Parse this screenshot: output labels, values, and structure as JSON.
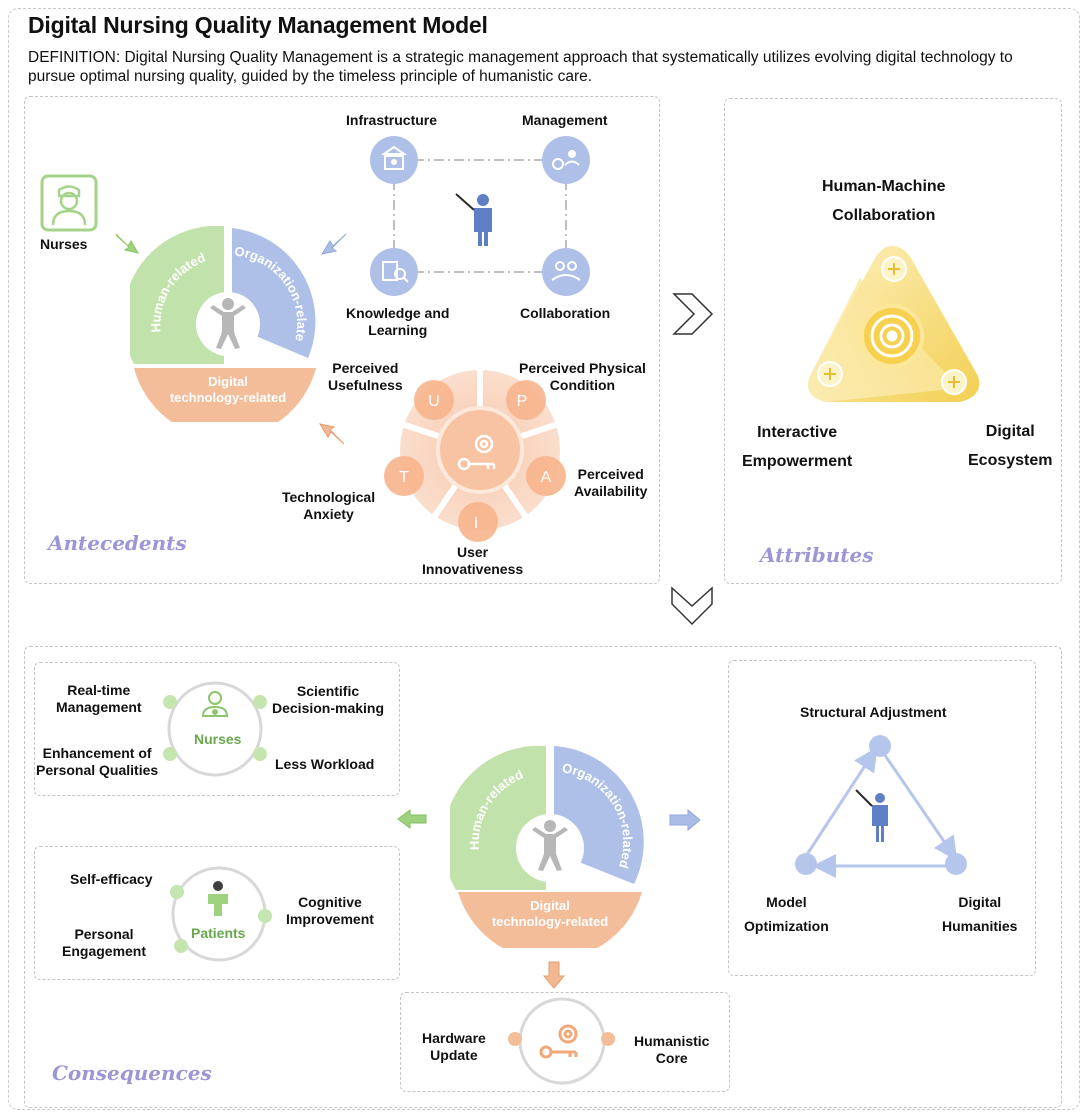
{
  "title": "Digital Nursing Quality Management Model",
  "definition": "DEFINITION: Digital Nursing Quality Management is a strategic management approach that systematically utilizes evolving digital technology to pursue optimal nursing quality, guided by the timeless principle of humanistic care.",
  "colors": {
    "green": "#bfe0a6",
    "blue": "#a9bde6",
    "orange": "#f2b894",
    "purple_text": "#9b96d6",
    "gold": "#f5d35f"
  },
  "antecedents": {
    "section_label": "Antecedents",
    "nurses_label": "Nurses",
    "wheel": {
      "human": "Human-related",
      "organization": "Organization-related",
      "digital_line1": "Digital",
      "digital_line2": "technology-related"
    },
    "organization_nodes": {
      "infrastructure": "Infrastructure",
      "management": "Management",
      "knowledge_line1": "Knowledge and",
      "knowledge_line2": "Learning",
      "collaboration": "Collaboration"
    },
    "upait": {
      "letters": [
        "U",
        "P",
        "A",
        "I",
        "T"
      ],
      "usefulness_line1": "Perceived",
      "usefulness_line2": "Usefulness",
      "physical_line1": "Perceived Physical",
      "physical_line2": "Condition",
      "availability_line1": "Perceived",
      "availability_line2": "Availability",
      "innovativeness_line1": "User",
      "innovativeness_line2": "Innovativeness",
      "anxiety_line1": "Technological",
      "anxiety_line2": "Anxiety"
    }
  },
  "attributes": {
    "section_label": "Attributes",
    "hmc_line1": "Human-Machine",
    "hmc_line2": "Collaboration",
    "ie_line1": "Interactive",
    "ie_line2": "Empowerment",
    "de_line1": "Digital",
    "de_line2": "Ecosystem"
  },
  "consequences": {
    "section_label": "Consequences",
    "nurses": {
      "center": "Nurses",
      "realtime_line1": "Real-time",
      "realtime_line2": "Management",
      "scientific_line1": "Scientific",
      "scientific_line2": "Decision-making",
      "enhancement_line1": "Enhancement  of",
      "enhancement_line2": "Personal Qualities",
      "workload": "Less Workload"
    },
    "patients": {
      "center": "Patients",
      "selfefficacy": "Self-efficacy",
      "cognitive_line1": "Cognitive",
      "cognitive_line2": "Improvement",
      "engagement_line1": "Personal",
      "engagement_line2": "Engagement"
    },
    "wheel": {
      "human": "Human-related",
      "organization": "Organization-related",
      "digital_line1": "Digital",
      "digital_line2": "technology-related"
    },
    "organization": {
      "structural": "Structural Adjustment",
      "model_line1": "Model",
      "model_line2": "Optimization",
      "humanities_line1": "Digital",
      "humanities_line2": "Humanities"
    },
    "technology": {
      "hardware_line1": "Hardware",
      "hardware_line2": "Update",
      "core_line1": "Humanistic",
      "core_line2": "Core"
    }
  }
}
